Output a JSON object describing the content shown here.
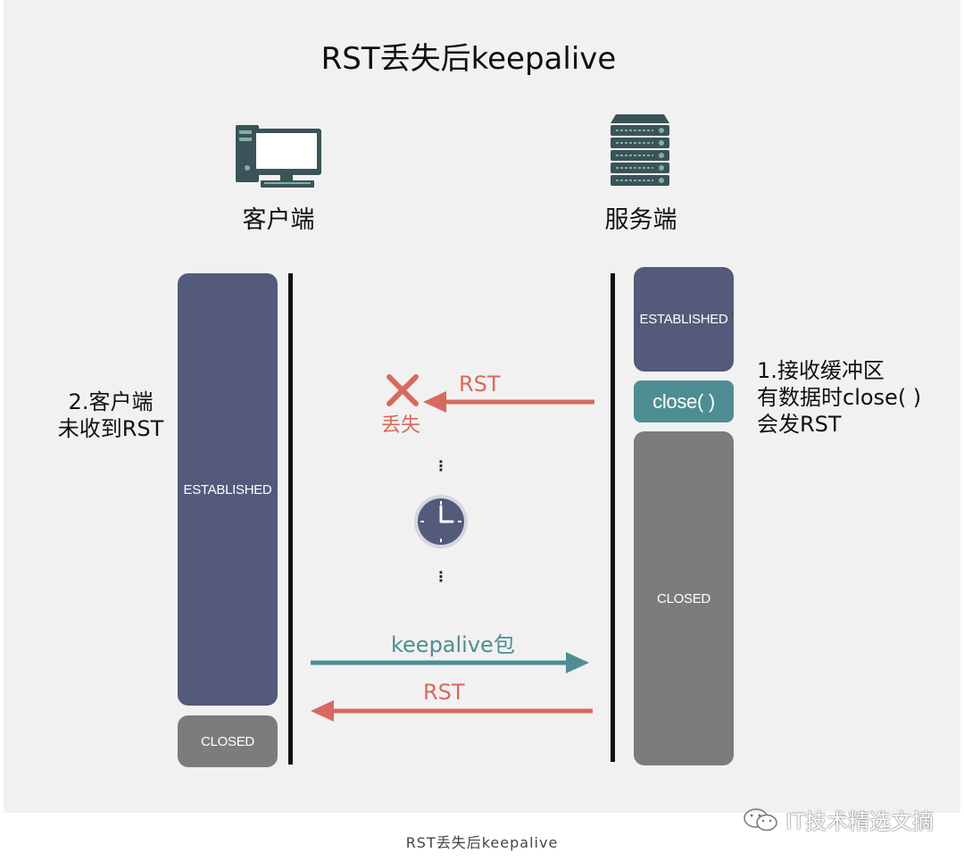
{
  "title": "RST丢失后keepalive",
  "client": {
    "label": "客户端",
    "state_established": "ESTABLISHED",
    "state_closed": "CLOSED"
  },
  "server": {
    "label": "服务端",
    "state_established": "ESTABLISHED",
    "close_call": "close( )",
    "state_closed": "CLOSED"
  },
  "notes": {
    "server_note": [
      "1.接收缓冲区",
      "有数据时close( )",
      "会发RST"
    ],
    "client_note": [
      "2.客户端",
      "未收到RST"
    ]
  },
  "messages": {
    "rst_lost": "RST",
    "lost_label": "丢失",
    "keepalive": "keepalive包",
    "rst_reply": "RST"
  },
  "colors": {
    "established": "#535a7a",
    "closed": "#7c7c7e",
    "close_call": "#4e8e93",
    "rst": "#d9695f",
    "keepalive": "#4e8e93"
  },
  "caption": "RST丢失后keepalive",
  "watermark": "IT技术精选文摘"
}
